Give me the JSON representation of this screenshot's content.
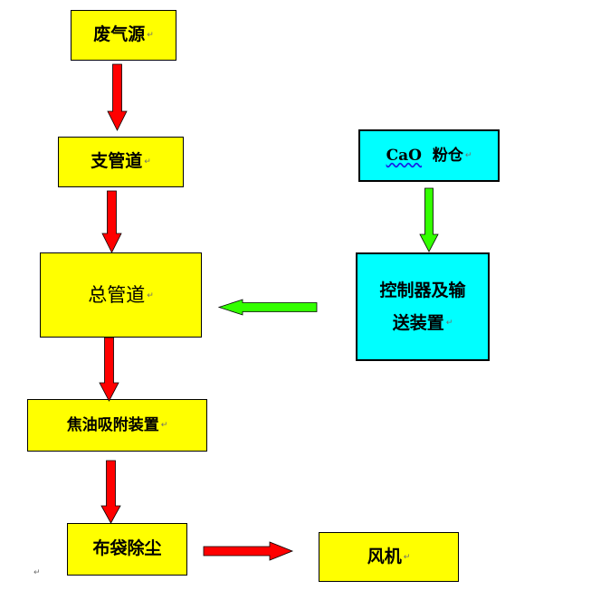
{
  "diagram": {
    "boxes": {
      "exhaust_source": "废气源",
      "branch_pipe": "支管道",
      "main_pipe": "总管道",
      "tar_adsorption": "焦油吸附装置",
      "bag_filter": "布袋除尘",
      "fan": "风机",
      "cao_bin_formula": "CaO",
      "cao_bin_word": "粉仓",
      "controller_line1": "控制器及输",
      "controller_line2": "送装置"
    },
    "paragraph_mark": "↵",
    "colors": {
      "box_yellow": "#ffff00",
      "box_cyan": "#00ffff",
      "flow_red": "#ff0000",
      "flow_green": "#33ff00",
      "border": "#000000"
    },
    "connections": [
      {
        "from": "exhaust_source",
        "to": "branch_pipe",
        "color": "red"
      },
      {
        "from": "branch_pipe",
        "to": "main_pipe",
        "color": "red"
      },
      {
        "from": "main_pipe",
        "to": "tar_adsorption",
        "color": "red"
      },
      {
        "from": "tar_adsorption",
        "to": "bag_filter",
        "color": "red"
      },
      {
        "from": "bag_filter",
        "to": "fan",
        "color": "red"
      },
      {
        "from": "cao_bin",
        "to": "controller",
        "color": "green"
      },
      {
        "from": "controller",
        "to": "main_pipe",
        "color": "green"
      }
    ]
  }
}
